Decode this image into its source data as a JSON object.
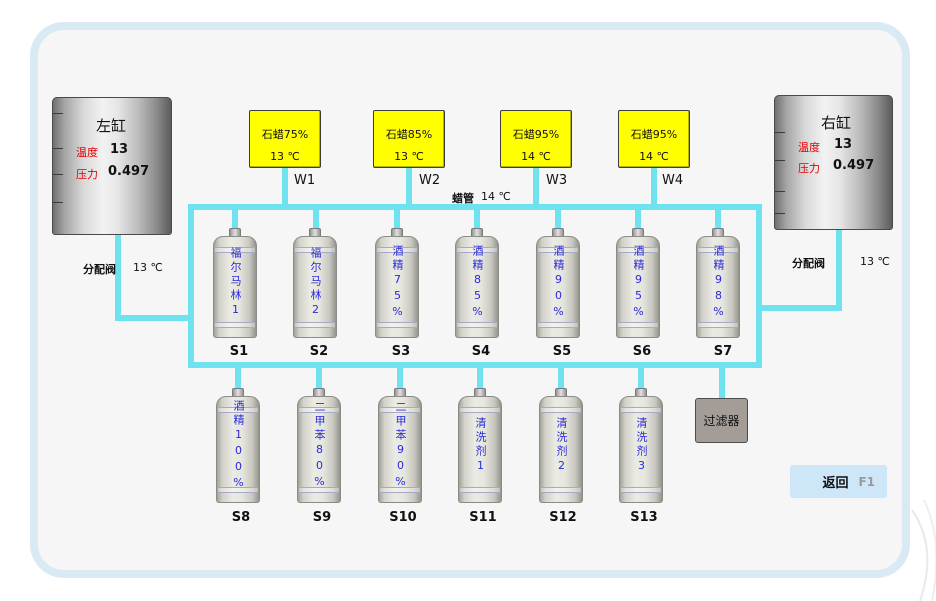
{
  "tanks": {
    "left": {
      "title": "左缸",
      "temp_label": "温度",
      "temp_value": "13",
      "pressure_label": "压力",
      "pressure_value": "0.497"
    },
    "right": {
      "title": "右缸",
      "temp_label": "温度",
      "temp_value": "13",
      "pressure_label": "压力",
      "pressure_value": "0.497"
    }
  },
  "valves": {
    "left": {
      "label": "分配阀",
      "temp": "13 ℃"
    },
    "right": {
      "label": "分配阀",
      "temp": "13 ℃"
    }
  },
  "wax_tanks": [
    {
      "id": "W1",
      "name": "石蜡75%",
      "temp": "13 ℃"
    },
    {
      "id": "W2",
      "name": "石蜡85%",
      "temp": "13 ℃"
    },
    {
      "id": "W3",
      "name": "石蜡95%",
      "temp": "14 ℃"
    },
    {
      "id": "W4",
      "name": "石蜡95%",
      "temp": "14 ℃"
    }
  ],
  "wax_pipe": {
    "label": "蜡管",
    "temp": "14 ℃"
  },
  "stations": [
    {
      "id": "S1",
      "reagent": "福尔马林1"
    },
    {
      "id": "S2",
      "reagent": "福尔马林2"
    },
    {
      "id": "S3",
      "reagent": "酒精75%"
    },
    {
      "id": "S4",
      "reagent": "酒精85%"
    },
    {
      "id": "S5",
      "reagent": "酒精90%"
    },
    {
      "id": "S6",
      "reagent": "酒精95%"
    },
    {
      "id": "S7",
      "reagent": "酒精98%"
    },
    {
      "id": "S8",
      "reagent": "酒精100%"
    },
    {
      "id": "S9",
      "reagent": "二甲苯80%"
    },
    {
      "id": "S10",
      "reagent": "二甲苯90%"
    },
    {
      "id": "S11",
      "reagent": "清洗剂1"
    },
    {
      "id": "S12",
      "reagent": "清洗剂2"
    },
    {
      "id": "S13",
      "reagent": "清洗剂3"
    }
  ],
  "filter": {
    "label": "过滤器"
  },
  "return_button": {
    "label": "返回",
    "hotkey": "F1"
  },
  "colors": {
    "pipe": "#6ee3ef",
    "wax_tank": "#ffff00",
    "label_red": "#e60000",
    "reagent_text": "#2a2ad8",
    "panel_border": "#d9eaf4",
    "return_button_bg": "#cde6f8",
    "filter_bg": "#a39c97"
  }
}
